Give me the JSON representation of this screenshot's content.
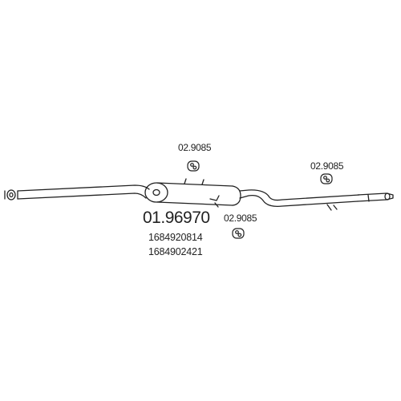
{
  "part": {
    "main_number": "01.96970",
    "oem_numbers": [
      "1684920814",
      "1684902421"
    ]
  },
  "hardware": [
    {
      "code": "02.9085"
    },
    {
      "code": "02.9085"
    },
    {
      "code": "02.9085"
    }
  ],
  "colors": {
    "line": "#222222",
    "background": "#ffffff"
  }
}
